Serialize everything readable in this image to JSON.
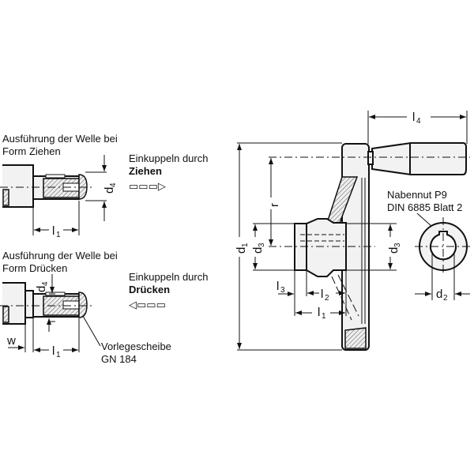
{
  "left_top": {
    "caption_line1": "Ausführung der Welle bei",
    "caption_line2": "Form Ziehen",
    "action_line1": "Einkuppeln durch",
    "action_line2": "Ziehen",
    "arrow": "▭▭▭▷",
    "dim_d": "d",
    "dim_d_sub": "4",
    "dim_l": "l",
    "dim_l_sub": "1"
  },
  "left_bottom": {
    "caption_line1": "Ausführung der Welle bei",
    "caption_line2": "Form Drücken",
    "action_line1": "Einkuppeln durch",
    "action_line2": "Drücken",
    "arrow": "◁▭▭▭",
    "dim_d": "d",
    "dim_d_sub": "4",
    "dim_l": "l",
    "dim_l_sub": "1",
    "dim_w": "w",
    "washer_line1": "Vorlegescheibe",
    "washer_line2": "GN 184"
  },
  "main": {
    "d1": "d",
    "d1_sub": "1",
    "d3": "d",
    "d3_sub": "3",
    "r": "r",
    "l1": "l",
    "l1_sub": "1",
    "l2": "l",
    "l2_sub": "2",
    "l3": "l",
    "l3_sub": "3",
    "l4": "l",
    "l4_sub": "4",
    "d2": "d",
    "d2_sub": "2",
    "keyway_line1": "Nabennut P9",
    "keyway_line2": "DIN 6885 Blatt 2"
  }
}
